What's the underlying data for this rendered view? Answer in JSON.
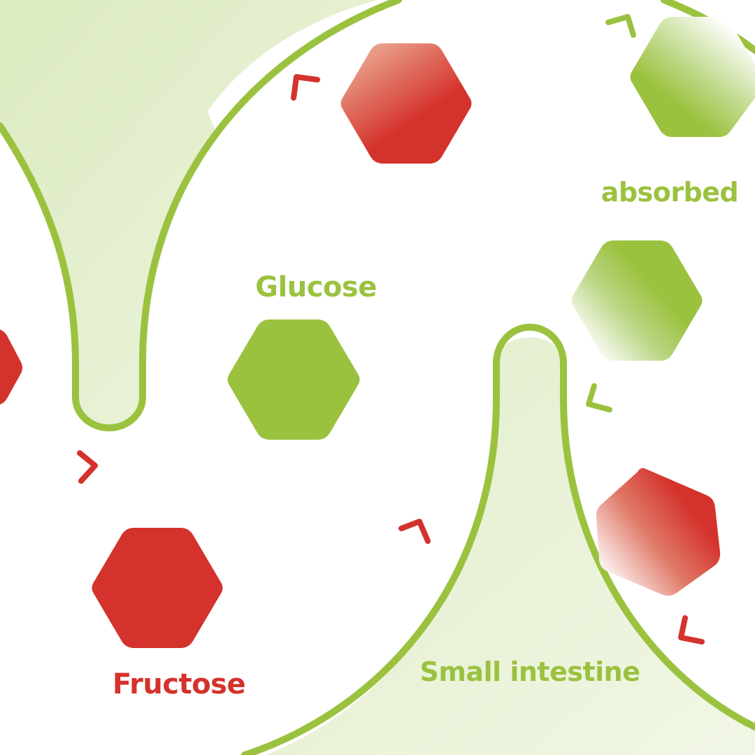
{
  "labels": {
    "glucose": "Glucose",
    "fructose": "Fructose",
    "absorbed": "absorbed",
    "small_intestine": "Small intestine"
  },
  "colors": {
    "green": "#9BC23F",
    "red": "#D4322C",
    "pale_green": "#DCEBC1",
    "background": "#FFFFFF"
  },
  "icons": {
    "glucose_molecule": "hexagon-green",
    "fructose_molecule": "hexagon-red",
    "motion_marks": "chevron-accent"
  }
}
